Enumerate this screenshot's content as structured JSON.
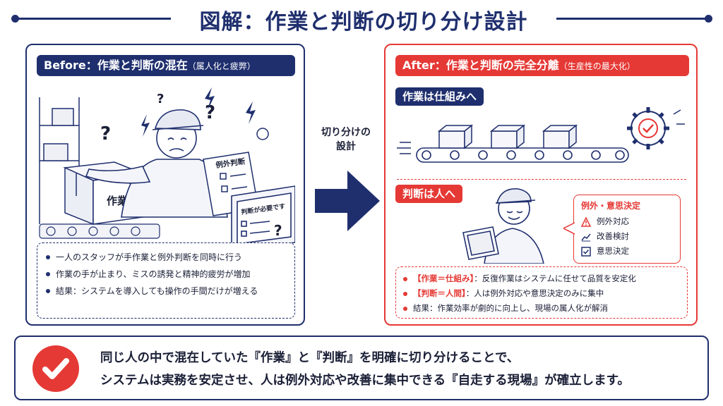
{
  "title": "図解：作業と判断の切り分け設計",
  "before": {
    "heading": "Before：作業と判断の混在",
    "heading_sub": "（属人化と疲弊）",
    "paper_label": "例外判断",
    "screen_label": "判断が必要です",
    "box_label": "作業",
    "bullets": [
      "一人のスタッフが手作業と例外判断を同時に行う",
      "作業の手が止まり、ミスの誘発と精神的疲労が増加",
      "結果：システムを導入しても操作の手間だけが増える"
    ]
  },
  "middle": {
    "line1": "切り分けの",
    "line2": "設計"
  },
  "after": {
    "heading": "After：作業と判断の完全分離",
    "heading_sub": "（生産性の最大化）",
    "work_chip": "作業は仕組みへ",
    "judge_chip": "判断は人へ",
    "bubble": {
      "title": "例外・意思決定",
      "items": [
        "例外対応",
        "改善検討",
        "意思決定"
      ]
    },
    "bullets": [
      {
        "hl": "【作業＝仕組み】",
        "text": "：反復作業はシステムに任せて品質を安定化"
      },
      {
        "hl": "【判断＝人間】",
        "text": "：人は例外対応や意思決定のみに集中"
      },
      {
        "hl": "",
        "text": "結果：作業効率が劇的に向上し、現場の属人化が解消"
      }
    ]
  },
  "bottom": {
    "line1": "同じ人の中で混在していた『作業』と『判断』を明確に切り分けることで、",
    "line2": "システムは実務を安定させ、人は例外対応や改善に集中できる『自走する現場』が確立します。"
  },
  "colors": {
    "navy": "#1f2f6e",
    "red": "#e53935"
  }
}
